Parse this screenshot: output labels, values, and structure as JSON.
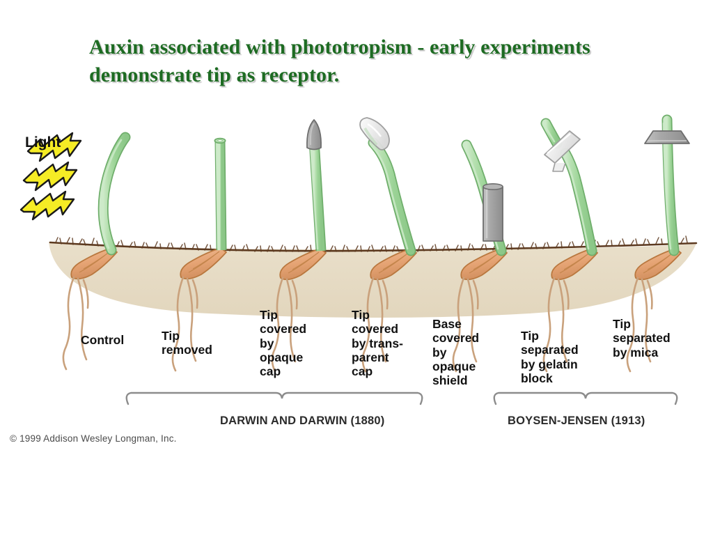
{
  "slide": {
    "title": "Auxin associated with phototropism - early experiments demonstrate tip as receptor.",
    "title_color": "#1d6b22",
    "background_color": "#ffffff"
  },
  "figure": {
    "light_label": "Light",
    "light_arrow_count": 3,
    "light_arrow_color": "#f5ec25",
    "soil_color": "#e7dcc6",
    "soil_surface_color": "#6b4327",
    "stem_color": "#9ed49a",
    "seed_color": "#e5a373",
    "root_color": "#c9a17c",
    "opaque_color": "#9a9a9a",
    "transparent_color": "#ececec",
    "copyright": "© 1999 Addison Wesley Longman, Inc.",
    "seedlings": [
      {
        "id": "control",
        "label": "Control",
        "label_lines": [
          "Control"
        ],
        "bends_toward_light": true,
        "apparatus": "none"
      },
      {
        "id": "tip-removed",
        "label": "Tip removed",
        "label_lines": [
          "Tip",
          "removed"
        ],
        "bends_toward_light": false,
        "apparatus": "tip-cut"
      },
      {
        "id": "opaque-cap",
        "label": "Tip covered by opaque cap",
        "label_lines": [
          "Tip",
          "covered",
          "by",
          "opaque",
          "cap"
        ],
        "bends_toward_light": false,
        "apparatus": "opaque-cap"
      },
      {
        "id": "transparent-cap",
        "label": "Tip covered by transparent cap",
        "label_lines": [
          "Tip",
          "covered",
          "by trans-",
          "parent",
          "cap"
        ],
        "bends_toward_light": true,
        "apparatus": "transparent-cap"
      },
      {
        "id": "opaque-shield",
        "label": "Base covered by opaque shield",
        "label_lines": [
          "Base",
          "covered",
          "by",
          "opaque",
          "shield"
        ],
        "bends_toward_light": true,
        "apparatus": "opaque-shield"
      },
      {
        "id": "gelatin-block",
        "label": "Tip separated by gelatin block",
        "label_lines": [
          "Tip",
          "separated",
          "by gelatin",
          "block"
        ],
        "bends_toward_light": true,
        "apparatus": "gelatin-block"
      },
      {
        "id": "mica",
        "label": "Tip separated by mica",
        "label_lines": [
          "Tip",
          "separated",
          "by mica"
        ],
        "bends_toward_light": false,
        "apparatus": "mica-plate"
      }
    ],
    "brackets": [
      {
        "id": "darwin",
        "caption_small_caps": "Darwin and Darwin",
        "caption": "DARWIN AND DARWIN (1880)",
        "year": "(1880)"
      },
      {
        "id": "boysen-jensen",
        "caption_small_caps": "Boysen-Jensen",
        "caption": "BOYSEN-JENSEN (1913)",
        "year": "(1913)"
      }
    ]
  }
}
